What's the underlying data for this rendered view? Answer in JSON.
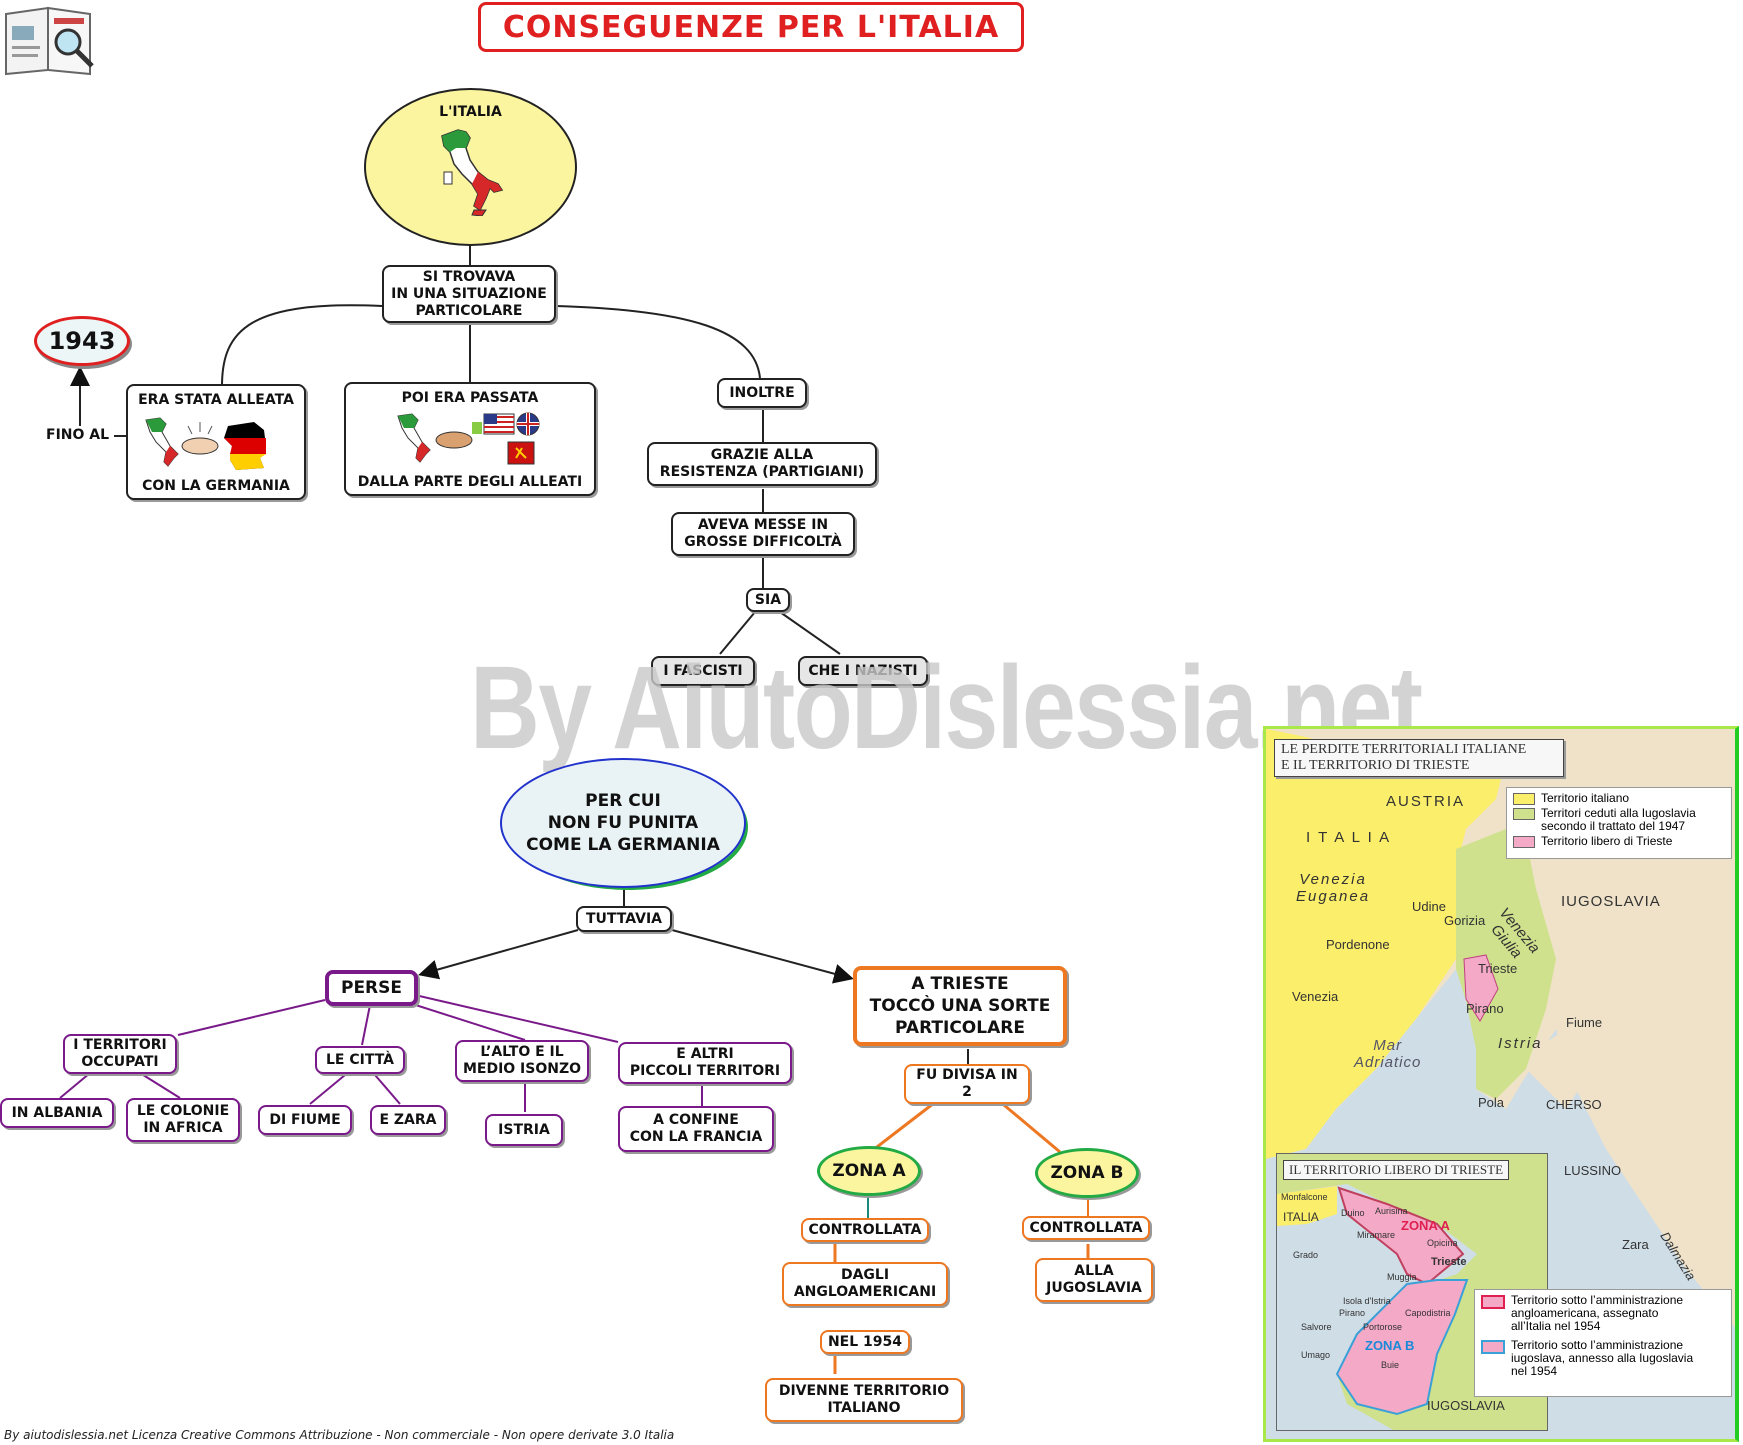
{
  "title": "CONSEGUENZE PER L'ITALIA",
  "watermark": "By AiutoDislessia.net",
  "footer": "By aiutodislessia.net Licenza Creative Commons Attribuzione - Non commerciale - Non opere derivate 3.0 Italia",
  "top": {
    "italia": "L'ITALIA",
    "situazione": "SI TROVAVA\nIN UNA SITUAZIONE\nPARTICOLARE",
    "year": "1943",
    "fino_al": "FINO AL",
    "alleata_top": "ERA STATA ALLEATA",
    "alleata_bottom": "CON LA GERMANIA",
    "passata_top": "POI ERA PASSATA",
    "passata_bottom": "DALLA PARTE DEGLI ALLEATI",
    "inoltre": "INOLTRE",
    "resistenza": "GRAZIE ALLA\nRESISTENZA (PARTIGIANI)",
    "difficolta": "AVEVA MESSE IN\nGROSSE DIFFICOLTÀ",
    "sia": "SIA",
    "fascisti": "I FASCISTI",
    "nazisti": "CHE I NAZISTI"
  },
  "bottom": {
    "per_cui": "PER CUI\nNON FU PUNITA\nCOME LA GERMANIA",
    "tuttavia": "TUTTAVIA",
    "perse": "PERSE",
    "territori": "I TERRITORI\nOCCUPATI",
    "albania": "IN ALBANIA",
    "colonie": "LE COLONIE\nIN AFRICA",
    "citta": "LE CITTÀ",
    "fiume": "DI FIUME",
    "zara": "E ZARA",
    "isonzo": "L’ALTO E IL\nMEDIO ISONZO",
    "istria": "ISTRIA",
    "altri": "E ALTRI\nPICCOLI TERRITORI",
    "francia": "A CONFINE\nCON LA FRANCIA",
    "trieste": "A TRIESTE\nTOCCÒ UNA SORTE\nPARTICOLARE",
    "divisa": "FU DIVISA IN\n2",
    "zona_a": "ZONA A",
    "zona_b": "ZONA B",
    "controllata_a": "CONTROLLATA",
    "angloamericani": "DAGLI\nANGLOAMERICANI",
    "anno": "NEL 1954",
    "divenne": "DIVENNE TERRITORIO\nITALIANO",
    "controllata_b": "CONTROLLATA",
    "jugoslavia": "ALLA\nJUGOSLAVIA"
  },
  "map": {
    "title": "LE PERDITE TERRITORIALI ITALIANE\nE IL TERRITORIO DI TRIESTE",
    "legend": [
      "Territorio italiano",
      "Territori ceduti alla Iugoslavia\nsecondo il trattato del 1947",
      "Territorio libero di Trieste"
    ],
    "places": {
      "austria": "AUSTRIA",
      "italia": "I T A L I A",
      "iugoslavia": "IUGOSLAVIA",
      "venezia_euganea": "Venezia\nEuganea",
      "venezia_giulia": "Venezia\nGiulia",
      "mar": "Mar\nAdriatico",
      "istria": "Istria",
      "udine": "Udine",
      "gorizia": "Gorizia",
      "pordenone": "Pordenone",
      "trieste": "Trieste",
      "venezia": "Venezia",
      "pirano": "Pirano",
      "fiume": "Fiume",
      "pola": "Pola",
      "cherso": "CHERSO",
      "lussino": "LUSSINO",
      "zara": "Zara",
      "dalmazia": "Dalmazia"
    },
    "inset_title": "IL TERRITORIO LIBERO DI TRIESTE",
    "inset_places": {
      "monfalcone": "Monfalcone",
      "italia": "ITALIA",
      "duino": "Duino",
      "aurisina": "Aurisina",
      "miramare": "Miramare",
      "opicina": "Opicina",
      "zona_a": "ZONA A",
      "trieste": "Trieste",
      "grado": "Grado",
      "muggia": "Muggia",
      "isola": "Isola d'Istria",
      "pirano": "Pirano",
      "capodistria": "Capodistria",
      "portorose": "Portorose",
      "salvore": "Salvore",
      "zona_b": "ZONA B",
      "umago": "Umago",
      "buie": "Buie",
      "iugoslavia": "IUGOSLAVIA"
    },
    "inset_legend": [
      "Territorio sotto l’amministrazione\nangloamericana, assegnato\nall’Italia nel 1954",
      "Territorio sotto l’amministrazione\niugoslava, annesso alla Iugoslavia\nnel 1954"
    ]
  },
  "colors": {
    "title": "#e02020",
    "purple": "#7a1a8a",
    "orange": "#ee7722",
    "green": "#22aa44",
    "ellipse_top": "#fbf5a0",
    "ellipse_mid": "#e9f3f5"
  }
}
